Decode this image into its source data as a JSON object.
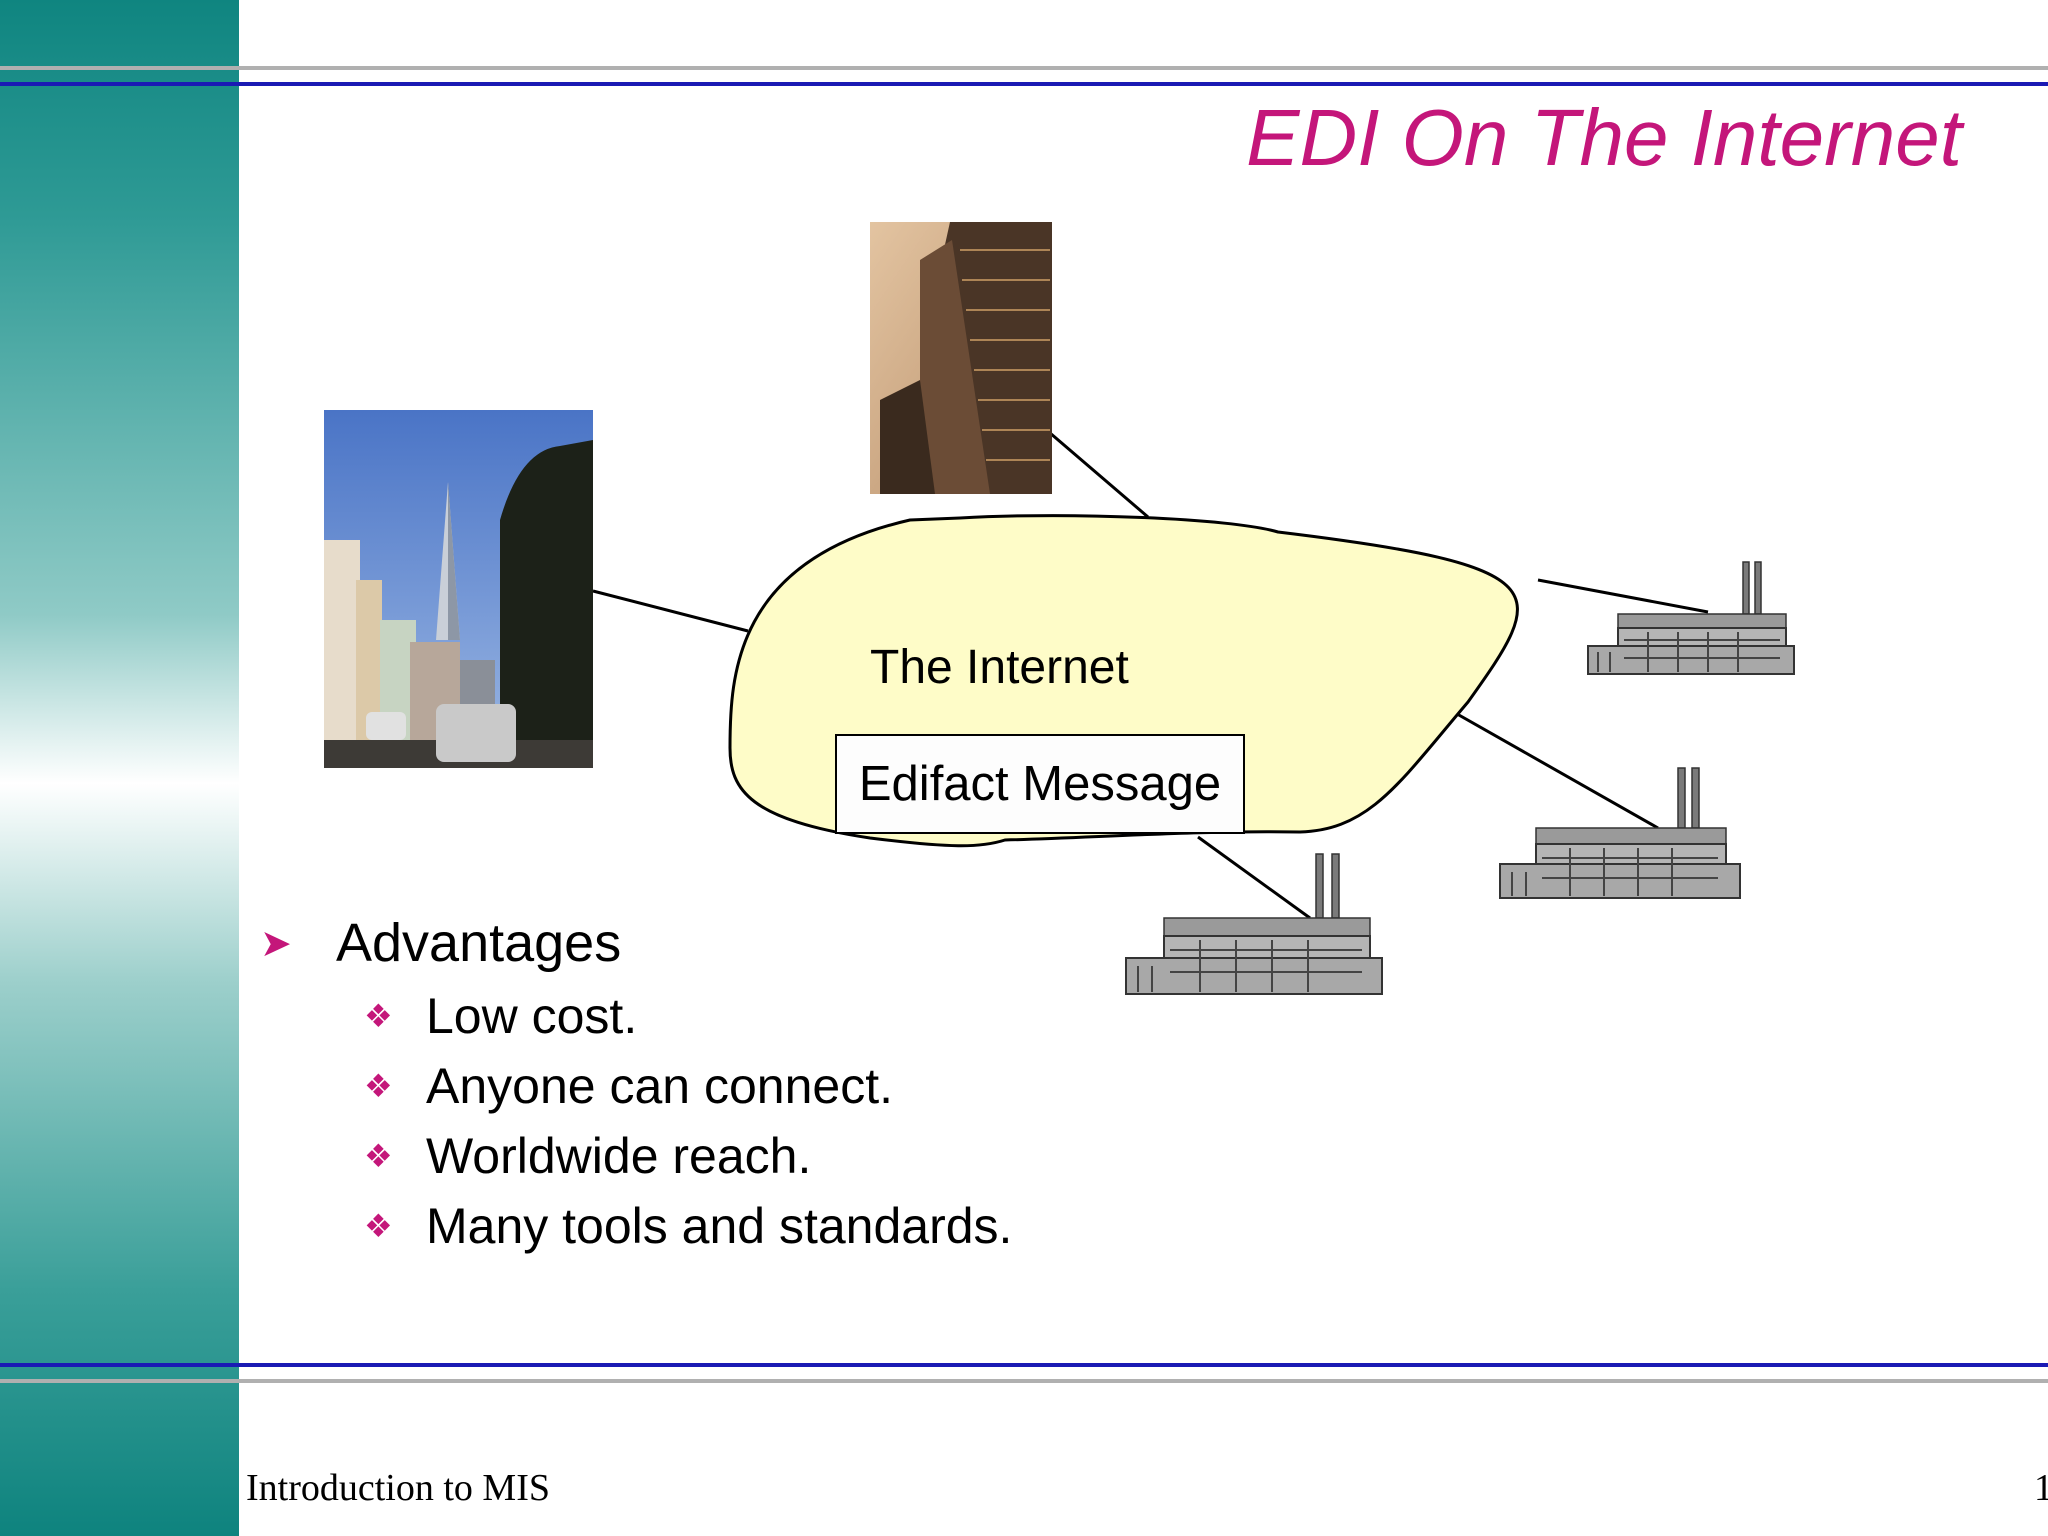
{
  "slide": {
    "title": "EDI On The Internet",
    "diagram": {
      "cloud_label": "The Internet",
      "message_box": "Edifact Message"
    },
    "bullets": {
      "heading": "Advantages",
      "items": [
        "Low cost.",
        "Anyone can connect.",
        "Worldwide reach.",
        "Many tools and standards."
      ]
    },
    "footer": {
      "course": "Introduction to MIS",
      "page_number": "1"
    }
  },
  "colors": {
    "title": "#c4167a",
    "bullet_marker": "#c4167a",
    "blue_rule": "#1a1ab4",
    "gray_rule": "#b0b0b0",
    "cloud_fill": "#fefcc8",
    "sidebar_teal": "#0f8580"
  },
  "icons": {
    "heading_marker": "arrowhead-bullet-icon",
    "item_marker": "four-diamond-bullet-icon"
  }
}
